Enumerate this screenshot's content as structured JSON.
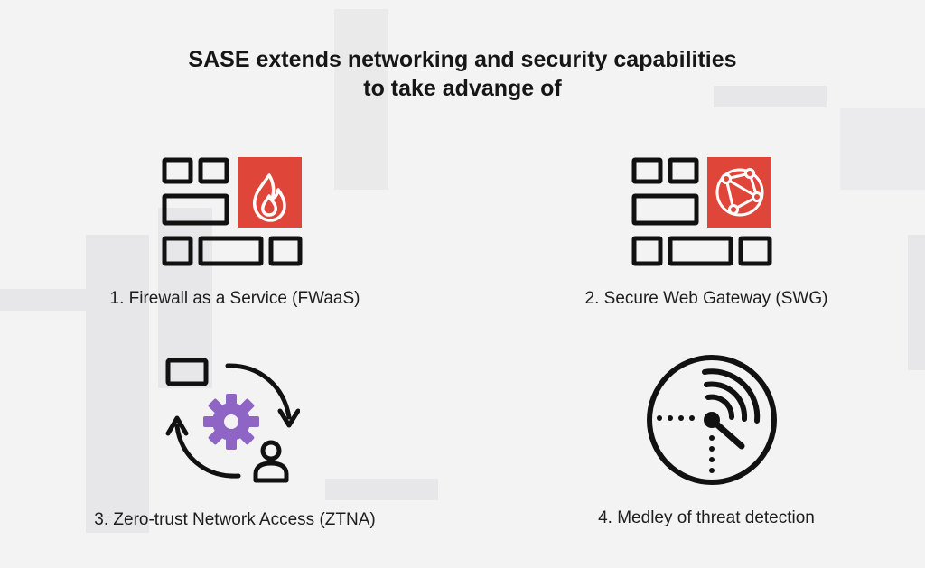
{
  "title": {
    "line1": "SASE extends networking and security capabilities",
    "line2": "to take advange of"
  },
  "items": [
    {
      "label": "1. Firewall as a Service (FWaaS)",
      "icon": "firewall-icon"
    },
    {
      "label": "2. Secure Web Gateway (SWG)",
      "icon": "web-gateway-icon"
    },
    {
      "label": "3. Zero-trust Network Access (ZTNA)",
      "icon": "zero-trust-icon"
    },
    {
      "label": "4. Medley of threat detection",
      "icon": "radar-icon"
    }
  ],
  "colors": {
    "accent_red": "#e0453a",
    "accent_purple": "#8e64c4",
    "stroke": "#111111",
    "background": "#f3f3f4"
  }
}
